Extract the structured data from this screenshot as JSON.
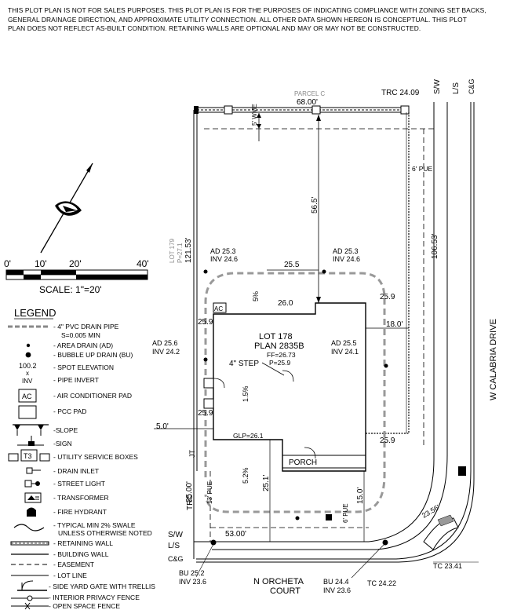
{
  "disclaimer": [
    "THIS PLOT PLAN IS NOT FOR SALES PURPOSES. THIS PLOT PLAN IS FOR THE PURPOSES OF INDICATING COMPLIANCE WITH ZONING SET BACKS,",
    "GENERAL DRAINAGE DIRECTION, AND APPROXIMATE UTILITY CONNECTION. ALL OTHER DATA SHOWN HEREON IS CONCEPTUAL.  THIS PLOT",
    "PLAN DOES NOT REFLECT AS-BUILT CONDITION. RETAINING WALLS ARE OPTIONAL AND MAY OR MAY NOT BE CONSTRUCTED."
  ],
  "lot": {
    "title": "LOT 178",
    "plan": "PLAN 2835B",
    "ff": "FF=26.73",
    "p": "P=25.9",
    "glp": "GLP=26.1",
    "step": "4\"  STEP",
    "porch": "PORCH",
    "ac": "AC",
    "jt": "JT",
    "slope_left": "1.5%",
    "slope_top": "5%",
    "slope_yard": "5.2%"
  },
  "adjacent": {
    "parcel": "PARCEL C",
    "lot179": "LOT 179",
    "lot179_p": "P=27.1"
  },
  "dimensions": {
    "top_width": "68.00'",
    "right_depth": "106.53'",
    "left_depth": "121.53'",
    "bottom_width": "53.00'",
    "rear_setback": "56.5'",
    "pad_width": "25.5",
    "side_left_top": "25.9",
    "side_left_bottom": "25.9",
    "side_right_top": "25.9",
    "side_right_bottom": "25.9",
    "top_mid": "26.0",
    "right_setback": "18.0'",
    "left_setback": "5.0'",
    "front_left": "25.00'",
    "front_mid": "25.1'",
    "front_right": "15.0'",
    "corner": "23.56'",
    "wme": "5' WME",
    "pue_right": "6' PUE",
    "pue_left": "13' PUE",
    "pue_front": "6' PUE",
    "trc_left": "TRC"
  },
  "elevations": {
    "ad_top_left": "AD  25.3",
    "inv_top_left": "INV 24.6",
    "ad_top_right": "AD  25.3",
    "inv_top_right": "INV 24.6",
    "ad_left": "AD  25.6",
    "inv_left": "INV 24.2",
    "ad_right": "AD  25.5",
    "inv_right": "INV 24.1",
    "bu_left": "BU  25.2",
    "inv_bu_left": "INV 23.6",
    "bu_right": "BU  24.4",
    "inv_bu_right": "INV 23.6",
    "trc_top": "TRC  24.09",
    "tc_bottom": "TC  24.22",
    "tc_corner": "TC  23.41"
  },
  "streets": {
    "right": "W  CALABRIA  DRIVE",
    "bottom_line1": "N   ORCHETA",
    "bottom_line2": "COURT",
    "sw": "S/W",
    "ls": "L/S",
    "cg": "C&G"
  },
  "scale": {
    "ticks": [
      "0'",
      "10'",
      "20'",
      "40'"
    ],
    "label": "SCALE:  1\"=20'"
  },
  "legend": {
    "title": "LEGEND",
    "items": [
      "- 4\" PVC DRAIN PIPE",
      "S=0.005 MIN",
      "- AREA DRAIN (AD)",
      "- BUBBLE UP DRAIN (BU)",
      "- SPOT ELEVATION",
      "- PIPE INVERT",
      "- AIR CONDITIONER PAD",
      "- PCC PAD",
      "-SLOPE",
      "-SIGN",
      "- UTILITY SERVICE BOXES",
      "- DRAIN INLET",
      "- STREET LIGHT",
      "- TRANSFORMER",
      "- FIRE HYDRANT",
      "- TYPICAL MIN 2% SWALE",
      "UNLESS OTHERWISE NOTED",
      "- RETAINING WALL",
      "- BUILDING WALL",
      "- EASEMENT",
      "- LOT LINE",
      "- SIDE YARD GATE WITH TRELLIS",
      "- INTERIOR PRIVACY FENCE",
      "- OPEN SPACE FENCE"
    ],
    "spot_value": "100.2",
    "spot_sub": "x",
    "inv_label": "INV",
    "ac_symbol": "AC",
    "t3": "T3"
  }
}
